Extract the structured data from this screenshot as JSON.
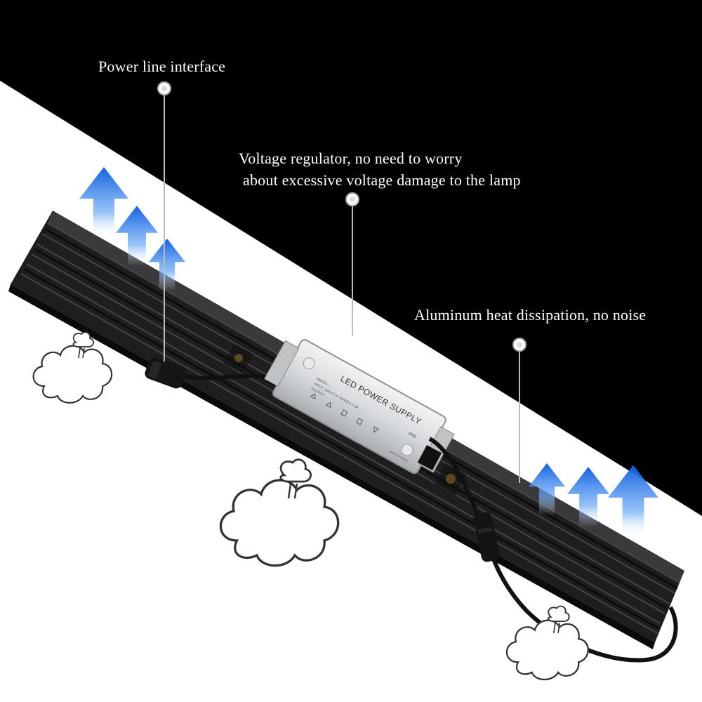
{
  "callouts": {
    "power_line": "Power line interface",
    "voltage_line1": "Voltage regulator, no need to worry",
    "voltage_line2": "about excessive voltage damage to the lamp",
    "aluminum": "Aluminum heat dissipation, no noise"
  },
  "power_supply": {
    "title": "LED POWER SUPPLY",
    "spec_line1": "MODEL: ...",
    "spec_line2": "INPUT: 100-277V~50/60Hz 1.2A",
    "spec_line3": "OUTPUT: ...",
    "rating": "IP65",
    "origin": "MADE IN CHINA"
  },
  "colors": {
    "background_dark": "#000000",
    "background_light": "#ffffff",
    "heatsink": "#2a2a2c",
    "arrow_blue": "#1a6fe6",
    "psu_silver": "#d9dcdf",
    "label_text": "#ffffff"
  },
  "icons": [
    "up-arrow-icon",
    "cloud-icon",
    "callout-dot-icon"
  ]
}
